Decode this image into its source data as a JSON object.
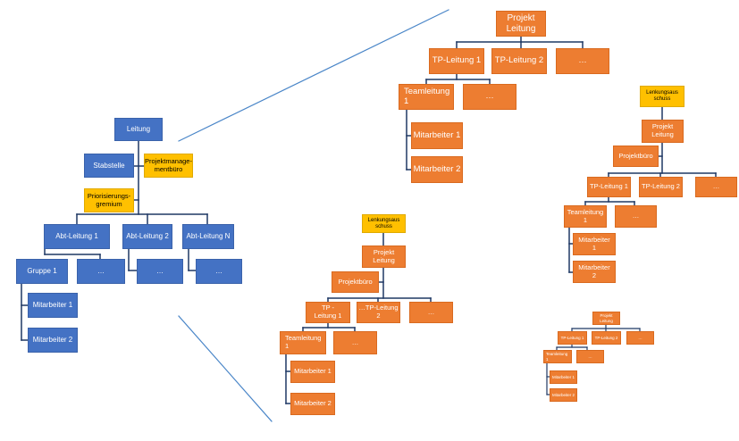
{
  "colors": {
    "blue": "#4472c4",
    "orange": "#ed7d31",
    "yellow": "#ffc000",
    "line": "#1f3864",
    "zoom": "#4a86c8"
  },
  "chart_a": {
    "leitung": "Leitung",
    "stabstelle": "Stabstelle",
    "pmb": "Projektmanage-\nmentbüro",
    "prio": "Priorisierungs-\ngremium",
    "abt1": "Abt-Leitung 1",
    "abt2": "Abt-Leitung 2",
    "abtn": "Abt-Leitung N",
    "gruppe1": "Gruppe 1",
    "dots1": "…",
    "dots2": "…",
    "dots3": "…",
    "ma1": "Mitarbeiter 1",
    "ma2": "Mitarbeiter 2"
  },
  "chart_b": {
    "pl": "Projekt\nLeitung",
    "tp1": "TP-Leitung 1",
    "tp2": "TP-Leitung 2",
    "dots1": "…",
    "team": "Teamleitung\n1",
    "dots2": "…",
    "ma1": "Mitarbeiter 1",
    "ma2": "Mitarbeiter 2"
  },
  "chart_c": {
    "lenk": "Lenkungsaus\nschuss",
    "pl": "Projekt\nLeitung",
    "pb": "Projektbüro",
    "tp1": "TP-Leitung 1",
    "tp2": "TP-Leitung 2",
    "dots1": "…",
    "team": "Teamleitung\n1",
    "dots2": "…",
    "ma1": "Mitarbeiter\n1",
    "ma2": "Mitarbeiter\n2"
  },
  "chart_d": {
    "lenk": "Lenkungsaus\nschuss",
    "pl": "Projekt\nLeitung",
    "pb": "Projektbüro",
    "tp1": "TP          -\nLeitung 1",
    "tp2": "…TP-Leitung\n2",
    "dots1": "…",
    "team": "Teamleitung\n1",
    "dots2": "…",
    "ma1": "Mitarbeiter 1",
    "ma2": "Mitarbeiter 2"
  },
  "chart_e": {
    "pl": "Projekt\nLeitung",
    "tp1": "TP-Leitung 1",
    "tp2": "TP-Leitung 2",
    "dots1": "…",
    "team": "Teamleitung\n1",
    "dots2": "…",
    "ma1": "Mitarbeiter 1",
    "ma2": "Mitarbeiter 2"
  }
}
